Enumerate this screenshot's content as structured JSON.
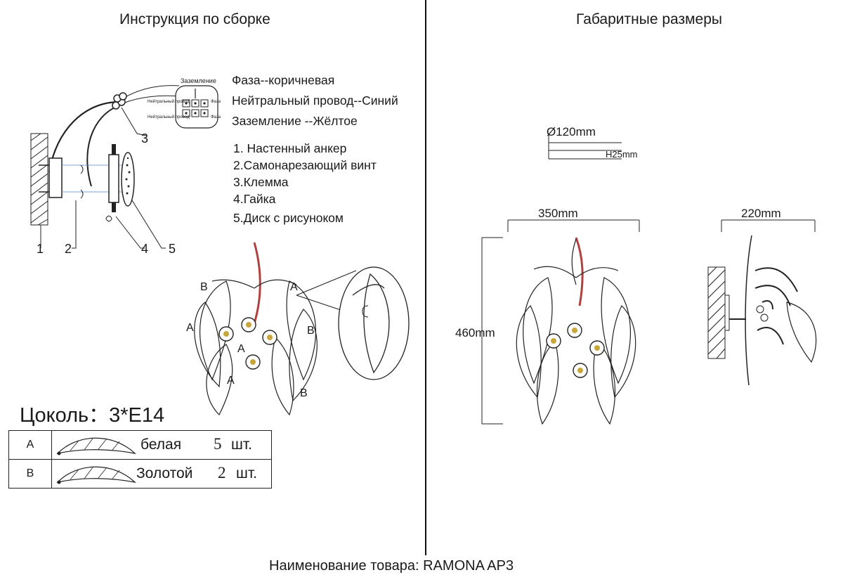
{
  "titles": {
    "assembly": "Инструкция по сборке",
    "dimensions": "Габаритные размеры"
  },
  "terminal_labels": {
    "ground": "Заземление",
    "neutral": "Нейтральный провод",
    "phase": "Фаза"
  },
  "wires": [
    "Фаза--коричневая",
    "Нейтральный провод--Синий",
    "Заземление --Жёлтое"
  ],
  "parts": [
    "1. Настенный анкер",
    "2.Самонарезающий винт",
    "3.Клемма",
    "4.Гайка",
    "5.Диск с рисунокoм"
  ],
  "callouts": [
    "1",
    "2",
    "3",
    "4",
    "5"
  ],
  "leaf_marks": {
    "a": "A",
    "b": "B"
  },
  "base_label": "Цоколь：3*E14",
  "legend": [
    {
      "key": "A",
      "name": "белая",
      "qty": "5",
      "unit": "шт."
    },
    {
      "key": "B",
      "name": "Золотой",
      "qty": "2",
      "unit": "шт."
    }
  ],
  "dimensions": {
    "canopy_diameter": "Ø120mm",
    "canopy_height": "H25mm",
    "width": "350mm",
    "depth": "220mm",
    "height": "460mm"
  },
  "product_name": "Наименование товара: RAMONA AP3",
  "colors": {
    "line": "#1a1a1a",
    "stem": "#b0413e"
  }
}
